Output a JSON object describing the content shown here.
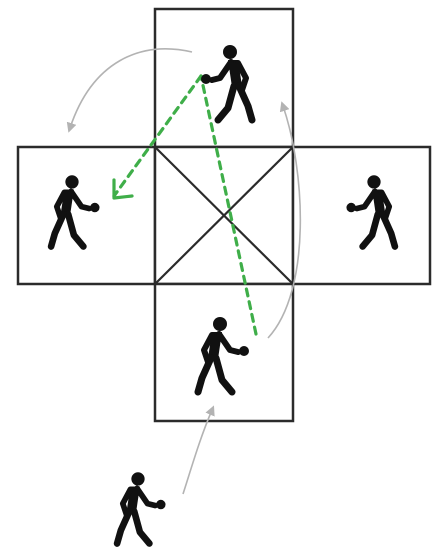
{
  "diagram": {
    "description_free": true,
    "colors": {
      "court_lines": "#2b2b2b",
      "players": "#111111",
      "rotation_arrows": "#b3b3b3",
      "ball_path": "#3fae49",
      "background": "#ffffff"
    },
    "players": [
      {
        "id": "top",
        "icon": "player-with-paddle-icon"
      },
      {
        "id": "left",
        "icon": "player-with-paddle-icon"
      },
      {
        "id": "right",
        "icon": "player-with-paddle-icon"
      },
      {
        "id": "bottom",
        "icon": "player-with-paddle-icon"
      },
      {
        "id": "waiting",
        "icon": "player-with-paddle-icon"
      }
    ],
    "court_squares": [
      "top",
      "left",
      "center",
      "right",
      "bottom"
    ],
    "rotation_arrows": [
      "top-to-left",
      "bottom-to-top",
      "waiting-to-bottom"
    ],
    "ball_path": [
      "bottom-to-top",
      "top-to-left"
    ]
  }
}
